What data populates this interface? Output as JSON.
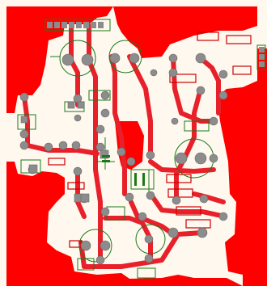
{
  "board": {
    "description_visible_text": "",
    "colors": {
      "background": "#ffffff",
      "copper_pour": "#ff0000",
      "substrate": "#fff8ef",
      "trace": "#e8202a",
      "pad": "#8c8c8c",
      "silkscreen": "#1a7a1a",
      "outline": "#cc0000"
    },
    "layers": [
      "copper-pour",
      "traces",
      "pads",
      "silkscreen"
    ]
  }
}
